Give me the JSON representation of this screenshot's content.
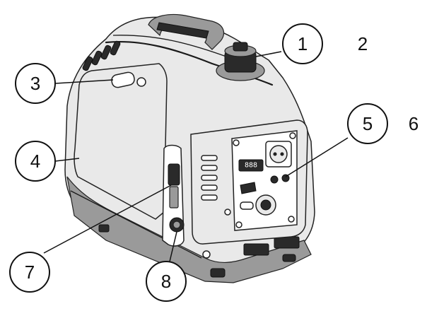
{
  "callouts": [
    {
      "id": "1",
      "label": "1"
    },
    {
      "id": "2",
      "label": "2"
    },
    {
      "id": "3",
      "label": "3"
    },
    {
      "id": "4",
      "label": "4"
    },
    {
      "id": "5",
      "label": "5"
    },
    {
      "id": "6",
      "label": "6"
    },
    {
      "id": "7",
      "label": "7"
    },
    {
      "id": "8",
      "label": "8"
    }
  ],
  "panel": {
    "display_text": "888"
  }
}
